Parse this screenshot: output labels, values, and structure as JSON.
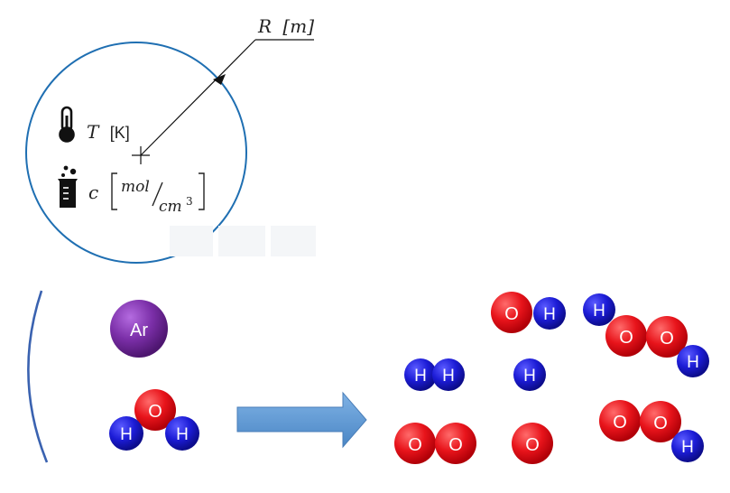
{
  "radius_label": {
    "symbol": "R",
    "unit": "[m]"
  },
  "temperature_label": {
    "symbol": "T",
    "unit": "[K]"
  },
  "concentration_label": {
    "symbol": "c",
    "num": "mol",
    "den": "cm",
    "exp": "3"
  },
  "molecules": {
    "argon": "Ar",
    "water": [
      "H",
      "O",
      "H"
    ],
    "hydroxyl": [
      "O",
      "H"
    ],
    "hydroperoxyl": [
      "H",
      "O",
      "O",
      "H"
    ],
    "hydrogen_molecule": [
      "H",
      "H"
    ],
    "hydrogen_atom": "H",
    "oxygen_molecule": [
      "O",
      "O"
    ],
    "oxygen_atom": "O",
    "hydrogen_peroxide": [
      "O",
      "O",
      "H"
    ]
  },
  "colors": {
    "circle": "#1f6fb2",
    "oxygen": "#e8141b",
    "hydrogen": "#1c1cd6",
    "argon": "#7b2fa8",
    "arrow": "#5b9bd5",
    "bracket": "#3a62b0"
  },
  "icons": [
    "thermometer-icon",
    "beaker-icon"
  ]
}
